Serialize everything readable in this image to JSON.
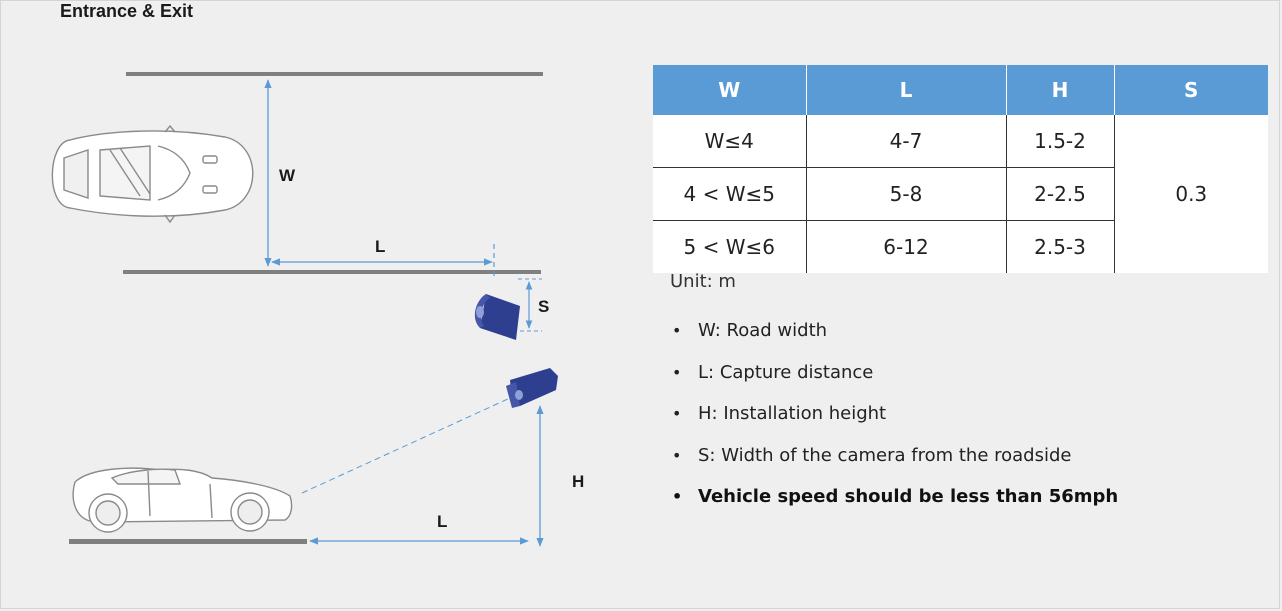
{
  "title": "Entrance & Exit",
  "diagram": {
    "top_w_label": "W",
    "top_l_label": "L",
    "top_s_label": "S",
    "side_h_label": "H",
    "side_l_label": "L"
  },
  "table": {
    "headers": [
      "W",
      "L",
      "H",
      "S"
    ],
    "rows": [
      [
        "W≤4",
        "4-7",
        "1.5-2"
      ],
      [
        "4 < W≤5",
        "5-8",
        "2-2.5"
      ],
      [
        "5 < W≤6",
        "6-12",
        "2.5-3"
      ]
    ],
    "s_value": "0.3"
  },
  "unit": "Unit: m",
  "notes": [
    "W: Road width",
    "L: Capture distance",
    "H: Installation height",
    "S: Width of the camera from the roadside",
    "Vehicle speed should be less than 56mph"
  ],
  "colors": {
    "header_bg": "#5b9bd5",
    "dimension_line": "#5b9bd5",
    "road": "#7f7f7f",
    "camera": "#2f3f8f"
  }
}
